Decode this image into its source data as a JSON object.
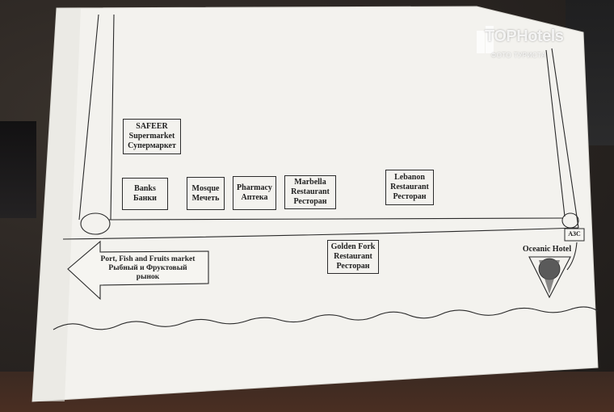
{
  "watermark": {
    "brand": "TOPHotels",
    "subtitle": "ФОТО ТУРИСТА"
  },
  "map": {
    "places": [
      {
        "id": "safeer",
        "lines": [
          "SAFEER",
          "Supermarket",
          "Супермаркет"
        ]
      },
      {
        "id": "banks",
        "lines": [
          "Banks",
          "Банки"
        ]
      },
      {
        "id": "mosque",
        "lines": [
          "Mosque",
          "Мечеть"
        ]
      },
      {
        "id": "pharmacy",
        "lines": [
          "Pharmacy",
          "Аптека"
        ]
      },
      {
        "id": "marbella",
        "lines": [
          "Marbella",
          "Restaurant",
          "Ресторан"
        ]
      },
      {
        "id": "lebanon",
        "lines": [
          "Lebanon",
          "Restaurant",
          "Ресторан"
        ]
      },
      {
        "id": "golden_fork",
        "lines": [
          "Golden Fork",
          "Restaurant",
          "Ресторан"
        ]
      }
    ],
    "gas_station": "АЗС",
    "hotel": "Oceanic Hotel",
    "arrow_lines": [
      "Port, Fish and Fruits market",
      "Рыбный и Фруктовый",
      "рынок"
    ],
    "colors": {
      "paper": "#f3f2ee",
      "ink": "#2a2a2a",
      "hotel_marker": "#5a5a5a"
    }
  }
}
